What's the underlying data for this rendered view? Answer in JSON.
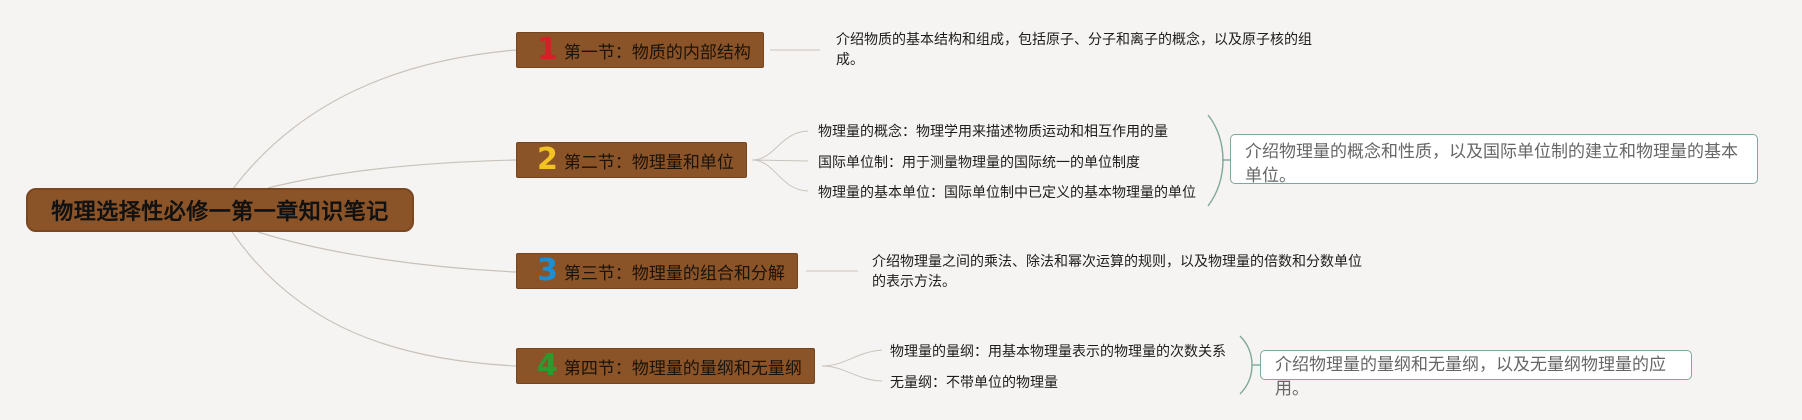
{
  "root": {
    "title": "物理选择性必修一第一章知识笔记"
  },
  "sections": [
    {
      "number": "1",
      "number_color": "#d61f26",
      "title": "第一节：物质的内部结构",
      "description": "介绍物质的基本结构和组成，包括原子、分子和离子的概念，以及原子核的组成。"
    },
    {
      "number": "2",
      "number_color": "#f3c224",
      "title": "第二节：物理量和单位",
      "items": [
        "物理量的概念：物理学用来描述物质运动和相互作用的量",
        "国际单位制：用于测量物理量的国际统一的单位制度",
        "物理量的基本单位：国际单位制中已定义的基本物理量的单位"
      ],
      "summary": "介绍物理量的概念和性质，以及国际单位制的建立和物理量的基本单位。"
    },
    {
      "number": "3",
      "number_color": "#1a8fd6",
      "title": "第三节：物理量的组合和分解",
      "description": "介绍物理量之间的乘法、除法和幂次运算的规则，以及物理量的倍数和分数单位的表示方法。"
    },
    {
      "number": "4",
      "number_color": "#2e9a2e",
      "title": "第四节：物理量的量纲和无量纲",
      "items": [
        "物理量的量纲：用基本物理量表示的物理量的次数关系",
        "无量纲：不带单位的物理量"
      ],
      "summary": "介绍物理量的量纲和无量纲，以及无量纲物理量的应用。"
    }
  ]
}
